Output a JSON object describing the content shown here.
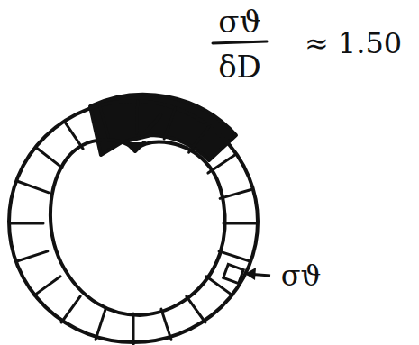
{
  "diagram": {
    "labels": [
      "σϑ",
      "δD",
      "≈ 1.50",
      "σϑ"
    ]
  }
}
